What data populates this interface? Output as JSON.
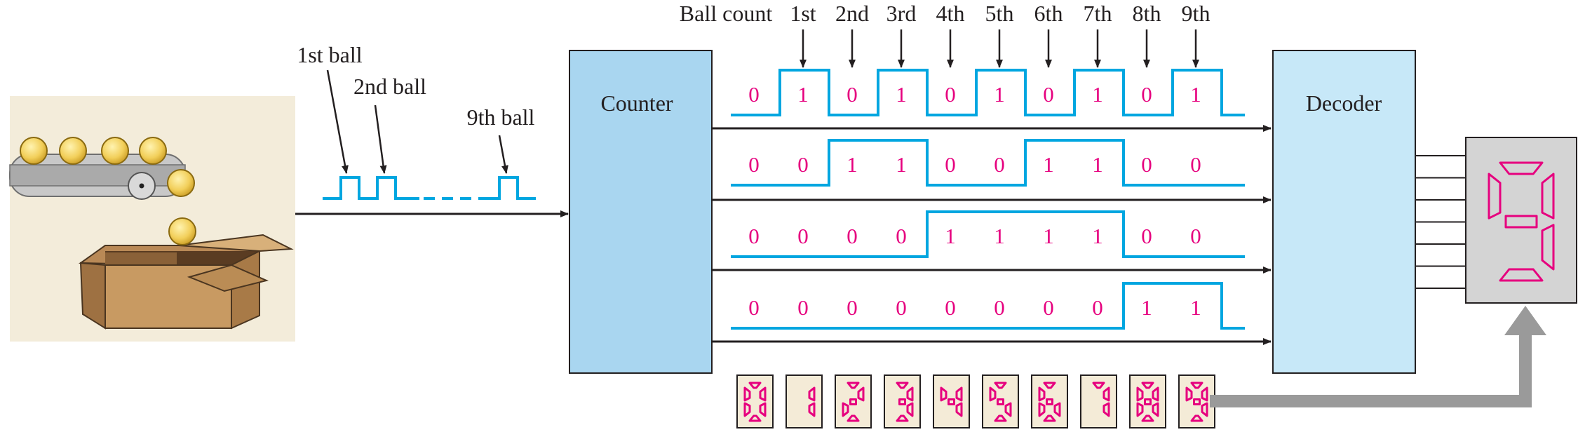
{
  "ball_count_label": "Ball count",
  "ordinals": [
    "1st",
    "2nd",
    "3rd",
    "4th",
    "5th",
    "6th",
    "7th",
    "8th",
    "9th"
  ],
  "ball_labels": {
    "first": "1st ball",
    "second": "2nd ball",
    "ninth": "9th ball"
  },
  "counter_label": "Counter",
  "decoder_label": "Decoder",
  "bit_rows": [
    [
      "0",
      "1",
      "0",
      "1",
      "0",
      "1",
      "0",
      "1",
      "0",
      "1"
    ],
    [
      "0",
      "0",
      "1",
      "1",
      "0",
      "0",
      "1",
      "1",
      "0",
      "0"
    ],
    [
      "0",
      "0",
      "0",
      "0",
      "1",
      "1",
      "1",
      "1",
      "0",
      "0"
    ],
    [
      "0",
      "0",
      "0",
      "0",
      "0",
      "0",
      "0",
      "0",
      "1",
      "1"
    ]
  ],
  "display_digits": [
    "0",
    "1",
    "2",
    "3",
    "4",
    "5",
    "6",
    "7",
    "8",
    "9"
  ],
  "big_display_digit": "9",
  "colors": {
    "waveform": "#00a6e0",
    "bit_text": "#e6007e",
    "segment": "#e6007e",
    "counter_fill": "#a9d6f0",
    "decoder_fill": "#c7e8f8",
    "display_bg": "#d4d4d4",
    "digit_box": "#f4ebd7",
    "scene_bg": "#f3ecda",
    "gray_arrow": "#9a9a9a"
  }
}
